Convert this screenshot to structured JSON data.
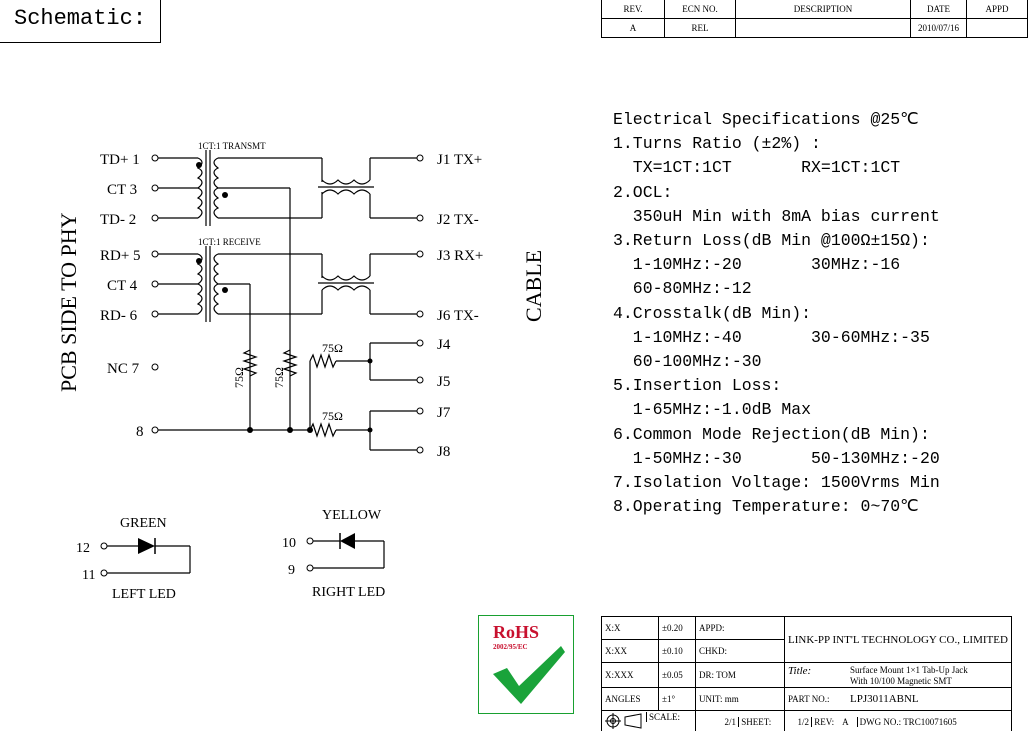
{
  "header": {
    "title": "Schematic:"
  },
  "revision_table": {
    "headers": [
      "REV.",
      "ECN NO.",
      "DESCRIPTION",
      "DATE",
      "APPD"
    ],
    "row": [
      "A",
      "REL",
      "",
      "2010/07/16",
      ""
    ]
  },
  "schematic": {
    "side_labels": {
      "left": "PCB SIDE TO PHY",
      "right": "CABLE"
    },
    "pins_left": [
      "TD+ 1",
      "CT 3",
      "TD- 2",
      "RD+ 5",
      "CT 4",
      "RD- 6",
      "NC 7",
      "8"
    ],
    "pins_right": [
      "J1 TX+",
      "J2 TX-",
      "J3 RX+",
      "J6 TX-",
      "J4",
      "J5",
      "J7",
      "J8"
    ],
    "transformer_labels": [
      "1CT:1  TRANSMT",
      "1CT:1  RECEIVE"
    ],
    "resistor_labels": [
      "75Ω",
      "75Ω",
      "75Ω",
      "75Ω"
    ],
    "leds": {
      "green": {
        "label": "GREEN",
        "pins": [
          "12",
          "11"
        ],
        "caption": "LEFT LED"
      },
      "yellow": {
        "label": "YELLOW",
        "pins": [
          "10",
          "9"
        ],
        "caption": "RIGHT LED"
      }
    }
  },
  "specs": {
    "lines": [
      "Electrical Specifications @25℃",
      "1.Turns Ratio (±2%) :",
      "  TX=1CT:1CT       RX=1CT:1CT",
      "2.OCL:",
      "  350uH Min with 8mA bias current",
      "3.Return Loss(dB Min @100Ω±15Ω):",
      "  1-10MHz:-20       30MHz:-16",
      "  60-80MHz:-12",
      "4.Crosstalk(dB Min):",
      "  1-10MHz:-40       30-60MHz:-35",
      "  60-100MHz:-30",
      "5.Insertion Loss:",
      "  1-65MHz:-1.0dB Max",
      "6.Common Mode Rejection(dB Min):",
      "  1-50MHz:-30       50-130MHz:-20",
      "7.Isolation Voltage: 1500Vrms Min",
      "8.Operating Temperature: 0~70℃"
    ]
  },
  "rohs": {
    "line1": "RoHS",
    "line2": "2002/95/EC"
  },
  "title_block": {
    "tol1": "X:X",
    "tol1v": "±0.20",
    "tol2": "X:XX",
    "tol2v": "±0.10",
    "tol3": "X:XXX",
    "tol3v": "±0.05",
    "tol4": "ANGLES",
    "tol4v": "±1°",
    "appd": "APPD:",
    "chkd": "CHKD:",
    "dr": "DR:   TOM",
    "unit": "UNIT:   mm",
    "company": "LINK-PP INT'L TECHNOLOGY CO., LIMITED",
    "title_label": "Title:",
    "title_value": "Surface Mount 1×1 Tab-Up Jack",
    "title_value2": "With 10/100 Magnetic SMT",
    "part_label": "PART NO.:",
    "part_value": "LPJ3011ABNL",
    "scale": "SCALE:",
    "scale_v": "2/1",
    "sheet": "SHEET:",
    "sheet_v": "1/2",
    "rev": "REV:",
    "rev_v": "A",
    "dwg": "DWG NO.:",
    "dwg_v": "TRC10071605"
  },
  "colors": {
    "line": "#000000",
    "rohs_green": "#1aa33a",
    "rohs_red": "#c8102e"
  }
}
